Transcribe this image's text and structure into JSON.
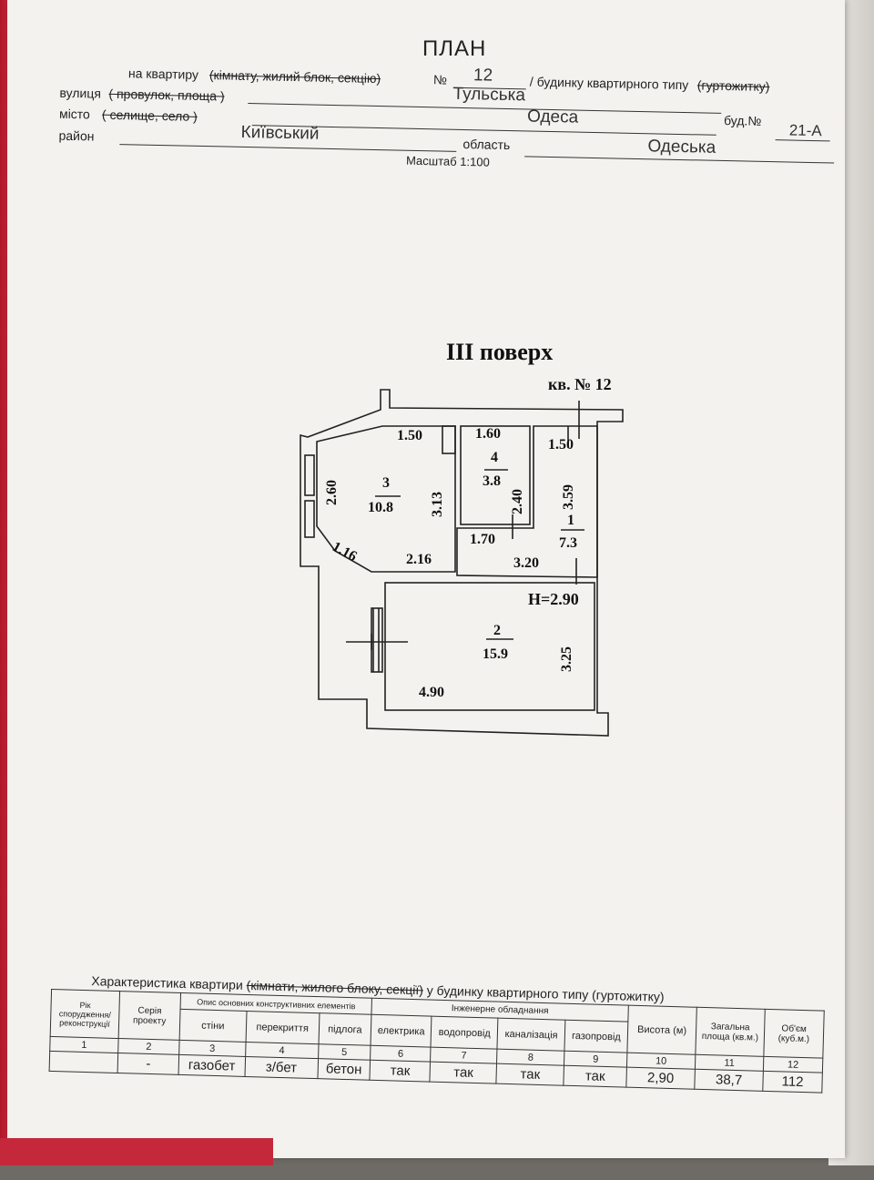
{
  "header": {
    "title": "ПЛАН",
    "line1_prefix": "на квартиру",
    "line1_struck": "(кімнату, жилий блок, секцію)",
    "number_label": "№",
    "number_value": "12",
    "line1_suffix": "/ будинку квартирного типу",
    "line1_struck2": "(гуртожитку)",
    "street_label": "вулиця",
    "street_struck": "( провулок, площа )",
    "street_value": "Тульська",
    "city_label": "місто",
    "city_struck": "( селище, село )",
    "city_value": "Одеса",
    "building_label": "буд.№",
    "building_value": "21-А",
    "district_label": "район",
    "district_value": "Київський",
    "region_label": "область",
    "region_value": "Одеська",
    "scale": "Масштаб 1:100"
  },
  "plan": {
    "floor_title": "III поверх",
    "apartment_label": "кв. № 12",
    "height_label": "Н=2.90",
    "rooms": [
      {
        "number": "1",
        "area": "7.3"
      },
      {
        "number": "2",
        "area": "15.9"
      },
      {
        "number": "3",
        "area": "10.8"
      },
      {
        "number": "4",
        "area": "3.8"
      }
    ],
    "dimensions": {
      "r3_top": "1.50",
      "r3_left": "2.60",
      "r3_right": "3.13",
      "r3_diag": "1.16",
      "r3_bottom": "2.16",
      "r4_top": "1.60",
      "r4_right": "2.40",
      "r1_top": "1.50",
      "r1_right": "3.59",
      "r1_mid": "1.70",
      "r1_bottom": "3.20",
      "r2_right": "3.25",
      "r2_bottom": "4.90"
    }
  },
  "table": {
    "caption_prefix": "Характеристика квартири",
    "caption_struck": "(кімнати, жилого блоку, секції)",
    "caption_suffix": "у будинку квартирного типу (гуртожитку)",
    "h_year": "Рік спорудження/ реконструкції",
    "h_series": "Серія проекту",
    "h_structural": "Опис основних конструктивних елементів",
    "h_walls": "стіни",
    "h_floors": "перекриття",
    "h_floor": "підлога",
    "h_engineering": "Інженерне обладнання",
    "h_electric": "електрика",
    "h_water": "водопровід",
    "h_sewage": "каналізація",
    "h_gas": "газопровід",
    "h_height": "Висота (м)",
    "h_area": "Загальна площа (кв.м.)",
    "h_volume": "Об'єм (куб.м.)",
    "col_numbers": [
      "1",
      "2",
      "3",
      "4",
      "5",
      "6",
      "7",
      "8",
      "9",
      "10",
      "11",
      "12"
    ],
    "values": [
      "",
      "-",
      "газобет",
      "з/бет",
      "бетон",
      "так",
      "так",
      "так",
      "так",
      "2,90",
      "38,7",
      "112"
    ]
  }
}
